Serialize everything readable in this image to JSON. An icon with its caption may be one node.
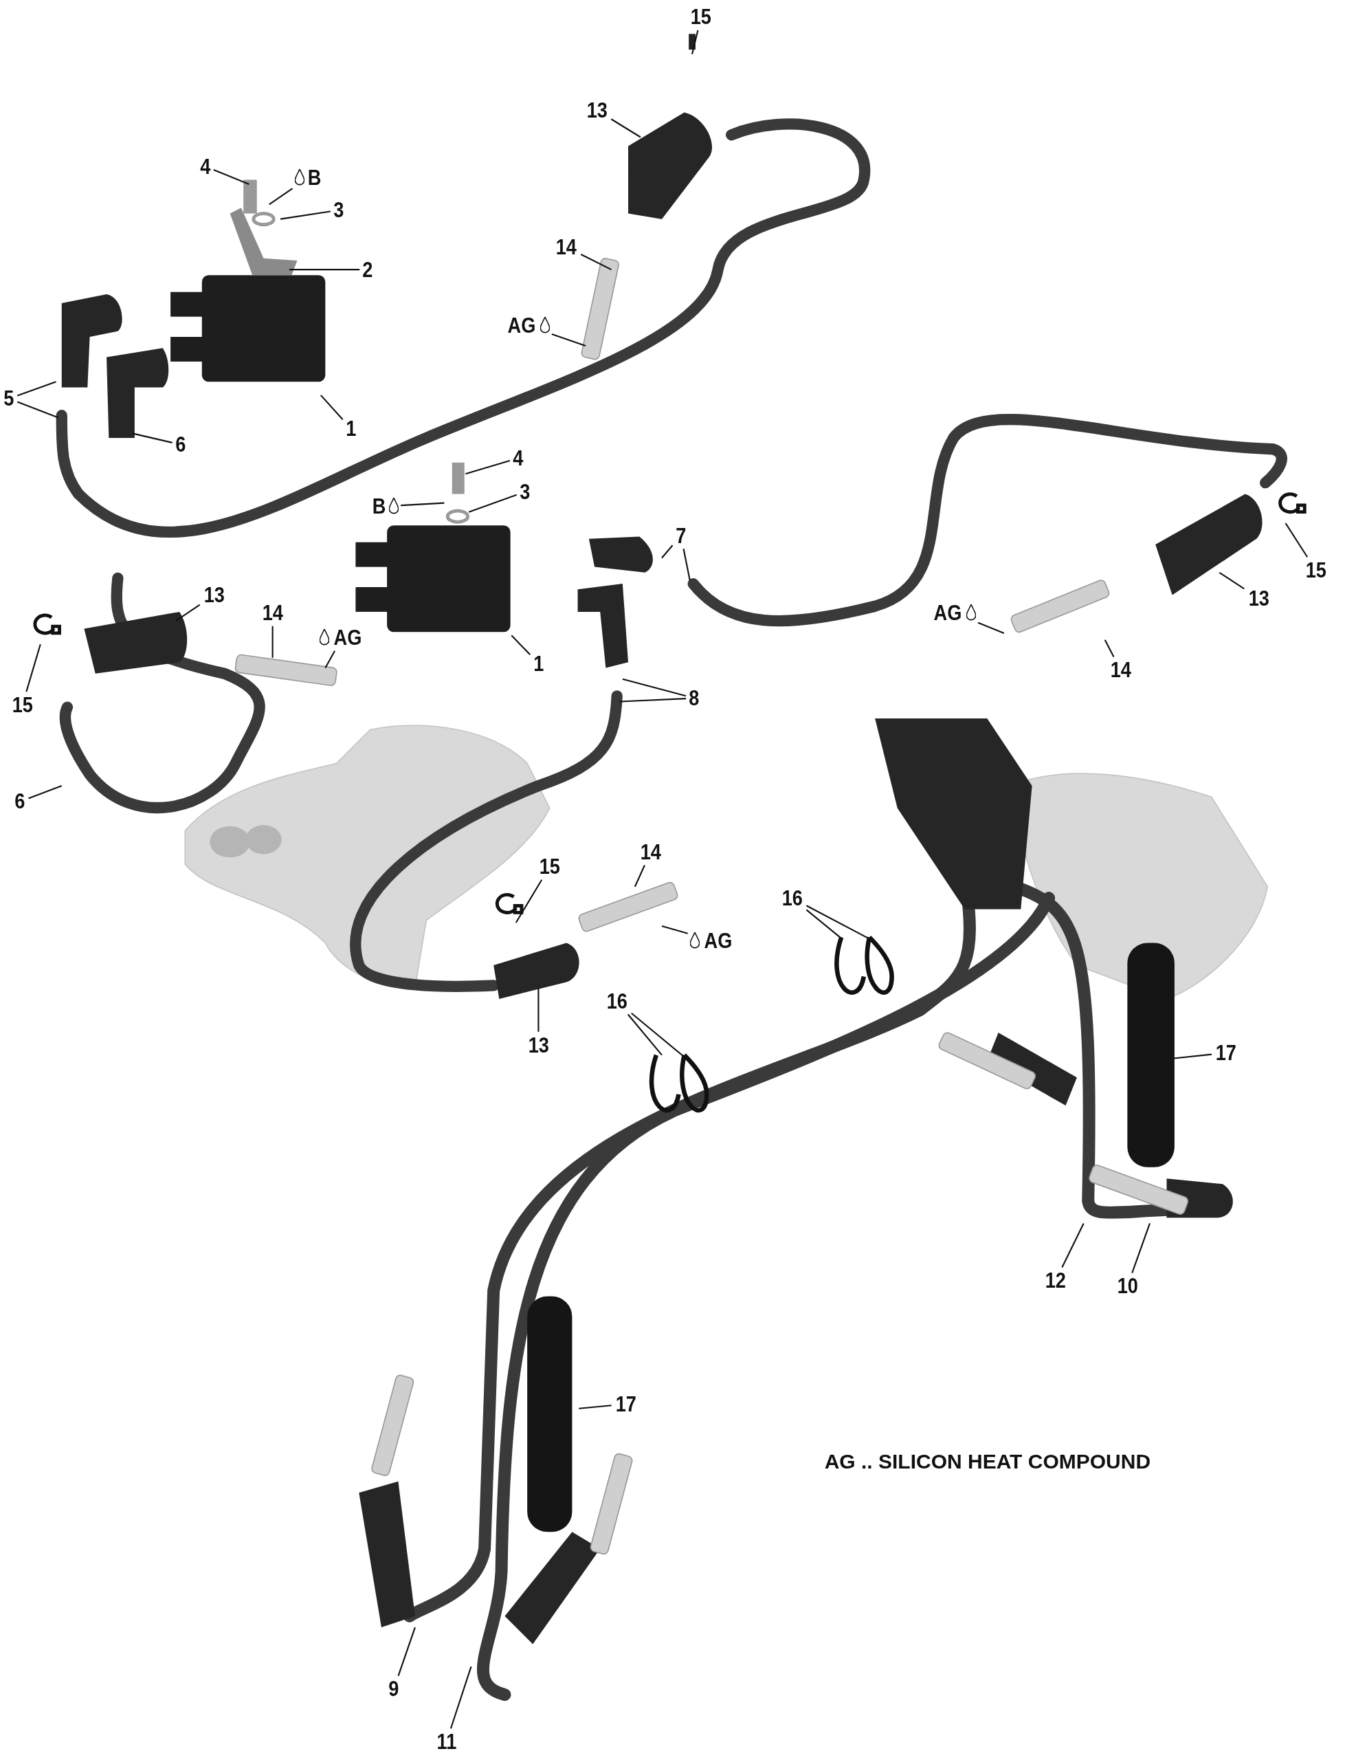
{
  "diagram": {
    "nodes": [
      {
        "text": [
          "15"
        ]
      },
      {
        "text": [
          "13"
        ]
      },
      {
        "text": [
          "4"
        ]
      },
      {
        "text": [
          "B"
        ]
      },
      {
        "text": [
          "3"
        ]
      },
      {
        "text": [
          "2"
        ]
      },
      {
        "text": [
          "14"
        ]
      },
      {
        "text": [
          "AG"
        ]
      },
      {
        "text": [
          "5"
        ]
      },
      {
        "text": [
          "1"
        ]
      },
      {
        "text": [
          "6"
        ]
      },
      {
        "text": [
          "4"
        ]
      },
      {
        "text": [
          "B"
        ]
      },
      {
        "text": [
          "3"
        ]
      },
      {
        "text": [
          "7"
        ]
      },
      {
        "text": [
          "15"
        ]
      },
      {
        "text": [
          "13"
        ]
      },
      {
        "text": [
          "AG"
        ]
      },
      {
        "text": [
          "14"
        ]
      },
      {
        "text": [
          "13"
        ]
      },
      {
        "text": [
          "14"
        ]
      },
      {
        "text": [
          "AG"
        ]
      },
      {
        "text": [
          "1"
        ]
      },
      {
        "text": [
          "15"
        ]
      },
      {
        "text": [
          "8"
        ]
      },
      {
        "text": [
          "6"
        ]
      },
      {
        "text": [
          "15"
        ]
      },
      {
        "text": [
          "14"
        ]
      },
      {
        "text": [
          "AG"
        ]
      },
      {
        "text": [
          "16"
        ]
      },
      {
        "text": [
          "13"
        ]
      },
      {
        "text": [
          "16"
        ]
      },
      {
        "text": [
          "17"
        ]
      },
      {
        "text": [
          "12"
        ]
      },
      {
        "text": [
          "10"
        ]
      },
      {
        "text": [
          "17"
        ]
      },
      {
        "text": [
          "9"
        ]
      },
      {
        "text": [
          "11"
        ]
      }
    ],
    "edges": [
      {
        "from": 0,
        "to": null,
        "arrow": "none"
      },
      {
        "from": 1,
        "to": null,
        "arrow": "none"
      },
      {
        "from": 2,
        "to": null,
        "arrow": "none"
      },
      {
        "from": 3,
        "to": null,
        "arrow": "none"
      },
      {
        "from": 4,
        "to": null,
        "arrow": "none"
      },
      {
        "from": 5,
        "to": null,
        "arrow": "none"
      },
      {
        "from": 6,
        "to": null,
        "arrow": "none"
      },
      {
        "from": 7,
        "to": null,
        "arrow": "none"
      },
      {
        "from": 8,
        "to": null,
        "arrow": "none"
      },
      {
        "from": 8,
        "to": null,
        "arrow": "none"
      },
      {
        "from": 9,
        "to": null,
        "arrow": "none"
      },
      {
        "from": 10,
        "to": null,
        "arrow": "none"
      },
      {
        "from": 11,
        "to": null,
        "arrow": "none"
      },
      {
        "from": 12,
        "to": null,
        "arrow": "none"
      },
      {
        "from": 13,
        "to": null,
        "arrow": "none"
      },
      {
        "from": 14,
        "to": null,
        "arrow": "none"
      },
      {
        "from": 14,
        "to": null,
        "arrow": "none"
      },
      {
        "from": 15,
        "to": null,
        "arrow": "none"
      },
      {
        "from": 16,
        "to": null,
        "arrow": "none"
      },
      {
        "from": 17,
        "to": null,
        "arrow": "none"
      },
      {
        "from": 18,
        "to": null,
        "arrow": "none"
      },
      {
        "from": 19,
        "to": null,
        "arrow": "none"
      },
      {
        "from": 20,
        "to": null,
        "arrow": "none"
      },
      {
        "from": 21,
        "to": null,
        "arrow": "none"
      },
      {
        "from": 22,
        "to": null,
        "arrow": "none"
      },
      {
        "from": 23,
        "to": null,
        "arrow": "none"
      },
      {
        "from": 24,
        "to": null,
        "arrow": "none"
      },
      {
        "from": 24,
        "to": null,
        "arrow": "none"
      },
      {
        "from": 25,
        "to": null,
        "arrow": "none"
      },
      {
        "from": 26,
        "to": null,
        "arrow": "none"
      },
      {
        "from": 27,
        "to": null,
        "arrow": "none"
      },
      {
        "from": 28,
        "to": null,
        "arrow": "none"
      },
      {
        "from": 29,
        "to": null,
        "arrow": "none"
      },
      {
        "from": 29,
        "to": null,
        "arrow": "none"
      },
      {
        "from": 30,
        "to": null,
        "arrow": "none"
      },
      {
        "from": 31,
        "to": null,
        "arrow": "none"
      },
      {
        "from": 31,
        "to": null,
        "arrow": "none"
      },
      {
        "from": 32,
        "to": null,
        "arrow": "none"
      },
      {
        "from": 33,
        "to": null,
        "arrow": "none"
      },
      {
        "from": 34,
        "to": null,
        "arrow": "none"
      },
      {
        "from": 35,
        "to": null,
        "arrow": "none"
      },
      {
        "from": 36,
        "to": null,
        "arrow": "none"
      },
      {
        "from": 37,
        "to": null,
        "arrow": "none"
      }
    ],
    "labels": [
      "AG .. SILICON HEAT COMPOUND"
    ]
  }
}
